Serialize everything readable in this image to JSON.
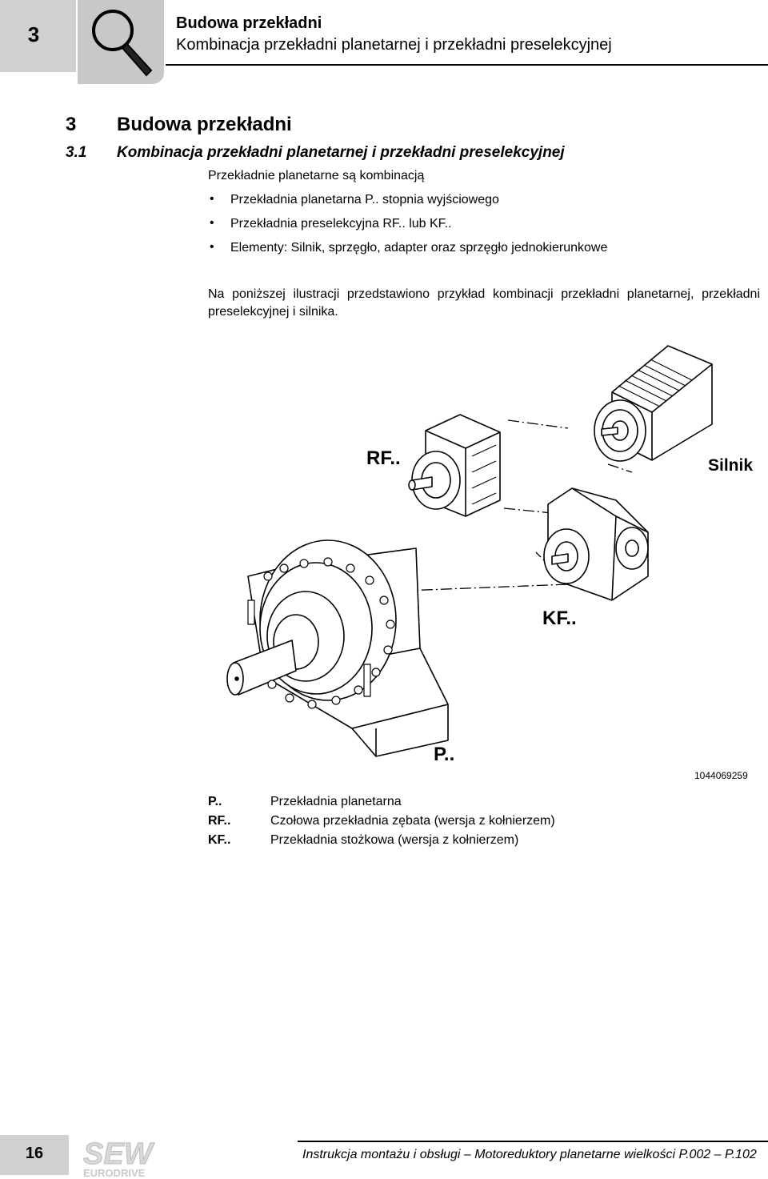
{
  "header": {
    "chapter_number": "3",
    "title": "Budowa przekładni",
    "subtitle": "Kombinacja przekładni planetarnej i przekładni preselekcyjnej",
    "icon": "magnifier-icon"
  },
  "section": {
    "h1_number": "3",
    "h1_title": "Budowa przekładni",
    "h2_number": "3.1",
    "h2_title": "Kombinacja przekładni planetarnej i przekładni preselekcyjnej"
  },
  "intro": "Przekładnie planetarne są kombinacją",
  "bullets": [
    "Przekładnia planetarna P.. stopnia wyjściowego",
    "Przekładnia preselekcyjna RF.. lub KF..",
    "Elementy: Silnik, sprzęgło, adapter oraz sprzęgło jednokierunkowe"
  ],
  "bullet_symbol": "•",
  "paragraph": "Na poniższej ilustracji przedstawiono przykład kombinacji przekładni planetarnej, przekładni preselekcyjnej i silnika.",
  "figure": {
    "labels": {
      "rf": "RF..",
      "kf": "KF..",
      "p": "P..",
      "motor": "Silnik"
    },
    "id": "1044069259"
  },
  "legend": [
    {
      "abbr": "P..",
      "desc": "Przekładnia planetarna"
    },
    {
      "abbr": "RF..",
      "desc": "Czołowa przekładnia zębata (wersja z kołnierzem)"
    },
    {
      "abbr": "KF..",
      "desc": "Przekładnia stożkowa (wersja z kołnierzem)"
    }
  ],
  "footer": {
    "page_number": "16",
    "logo_top": "SEW",
    "logo_bottom": "EURODRIVE",
    "text": "Instrukcja montażu i obsługi – Motoreduktory planetarne wielkości P.002 – P.102"
  }
}
